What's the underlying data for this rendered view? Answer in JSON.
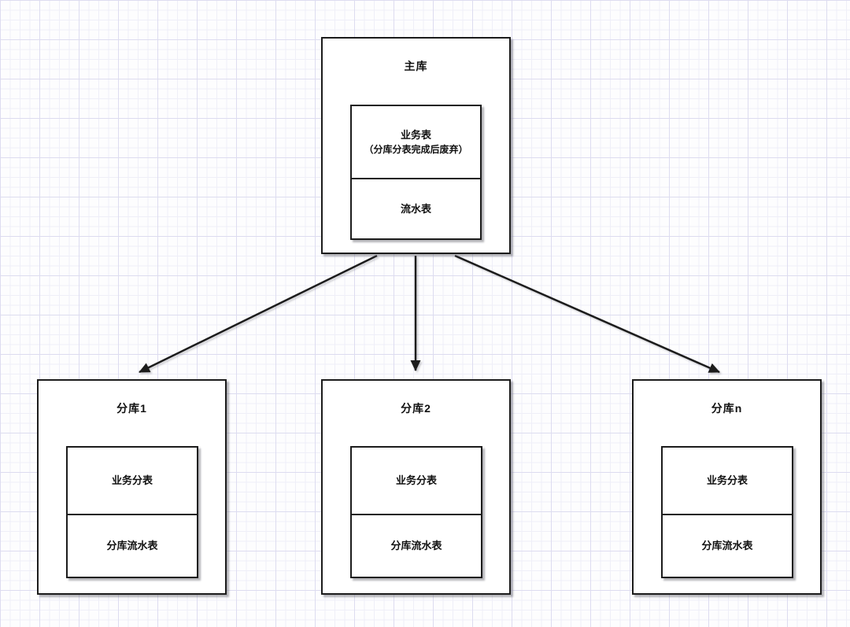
{
  "colors": {
    "canvas_bg": "#fdfdfe",
    "grid_minor": "#efeff8",
    "grid_major": "#dddcf0",
    "node_border": "#1c1c1c",
    "node_fill": "#ffffff",
    "text": "#111111",
    "arrow": "#1c1c1c"
  },
  "diagram": {
    "main_db": {
      "title": "主库",
      "tables": [
        {
          "name": "业务表",
          "note": "（分库分表完成后废弃）"
        },
        {
          "name": "流水表"
        }
      ]
    },
    "shards": [
      {
        "title": "分库1",
        "tables": [
          {
            "name": "业务分表"
          },
          {
            "name": "分库流水表"
          }
        ]
      },
      {
        "title": "分库2",
        "tables": [
          {
            "name": "业务分表"
          },
          {
            "name": "分库流水表"
          }
        ]
      },
      {
        "title": "分库n",
        "tables": [
          {
            "name": "业务分表"
          },
          {
            "name": "分库流水表"
          }
        ]
      }
    ],
    "connections": [
      {
        "from": "主库",
        "to": "分库1"
      },
      {
        "from": "主库",
        "to": "分库2"
      },
      {
        "from": "主库",
        "to": "分库n"
      }
    ]
  }
}
